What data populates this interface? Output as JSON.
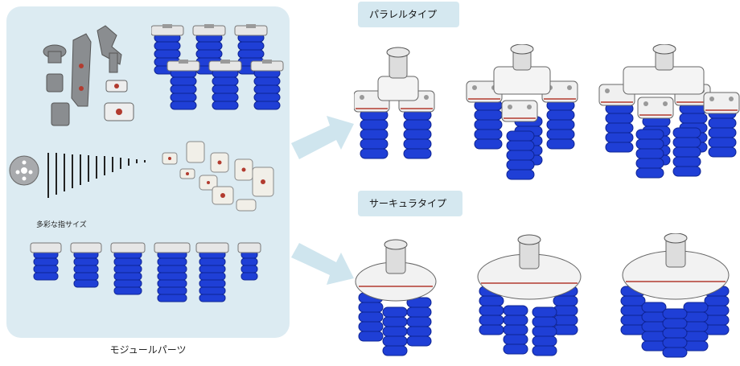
{
  "panel": {
    "caption": "モジュールパーツ",
    "sizes_label": "多彩な指サイズ"
  },
  "types": {
    "parallel": {
      "label": "パラレルタイプ"
    },
    "circular": {
      "label": "サーキュラタイプ"
    }
  },
  "colors": {
    "panel_bg": "#dcebf2",
    "label_bg": "#d5e8f0",
    "finger_blue": "#1f3fd6",
    "arrow": "#cfe5ee"
  }
}
